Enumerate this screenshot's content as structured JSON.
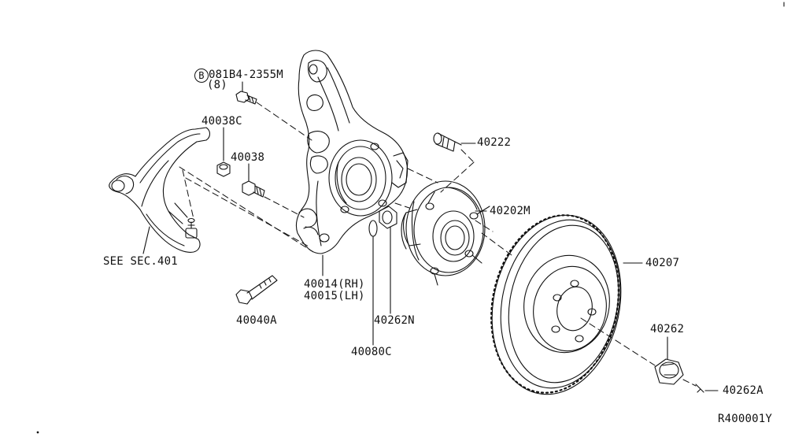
{
  "colors": {
    "ink": "#111111",
    "paper": "#ffffff"
  },
  "callouts": {
    "bolt_symbol": "B",
    "bolt_part": "081B4-2355M",
    "bolt_qty": "(8)",
    "nut_40038c": "40038C",
    "bolt_40038": "40038",
    "see_section": "SEE SEC.401",
    "knuckle_rh": "40014(RH)",
    "knuckle_lh": "40015(LH)",
    "bolt_40040a": "40040A",
    "washer_40080c": "40080C",
    "nut_40262n": "40262N",
    "stud_40222": "40222",
    "hub_40202m": "40202M",
    "rotor_40207": "40207",
    "nut_40262": "40262",
    "pin_40262a": "40262A",
    "figure_ref": "R400001Y"
  }
}
